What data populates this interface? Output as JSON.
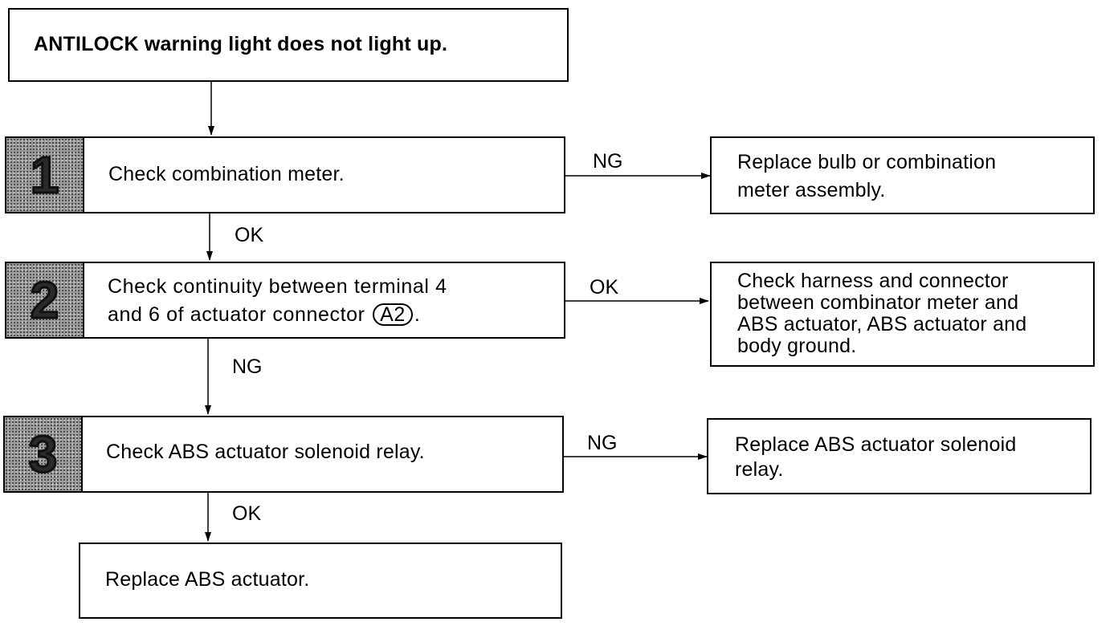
{
  "start": {
    "text": "ANTILOCK warning light does not light up."
  },
  "steps": [
    {
      "number": "1",
      "text_lines": [
        "Check combination meter."
      ]
    },
    {
      "number": "2",
      "text_line1": "Check continuity between terminal 4",
      "text_line2_prefix": "and 6 of actuator connector",
      "connector_code": "A2",
      "text_line2_suffix": "."
    },
    {
      "number": "3",
      "text_lines": [
        "Check ABS actuator solenoid relay."
      ]
    }
  ],
  "results": {
    "r1": [
      "Replace bulb or combination",
      "meter assembly."
    ],
    "r2": [
      "Check harness and connector",
      "between combinator meter and",
      "ABS actuator, ABS actuator and",
      "body ground."
    ],
    "r3": [
      "Replace ABS actuator solenoid",
      "relay."
    ]
  },
  "final": {
    "text": "Replace ABS actuator."
  },
  "labels": {
    "s1_side": "NG",
    "s1_down": "OK",
    "s2_side": "OK",
    "s2_down": "NG",
    "s3_side": "NG",
    "s3_down": "OK"
  }
}
